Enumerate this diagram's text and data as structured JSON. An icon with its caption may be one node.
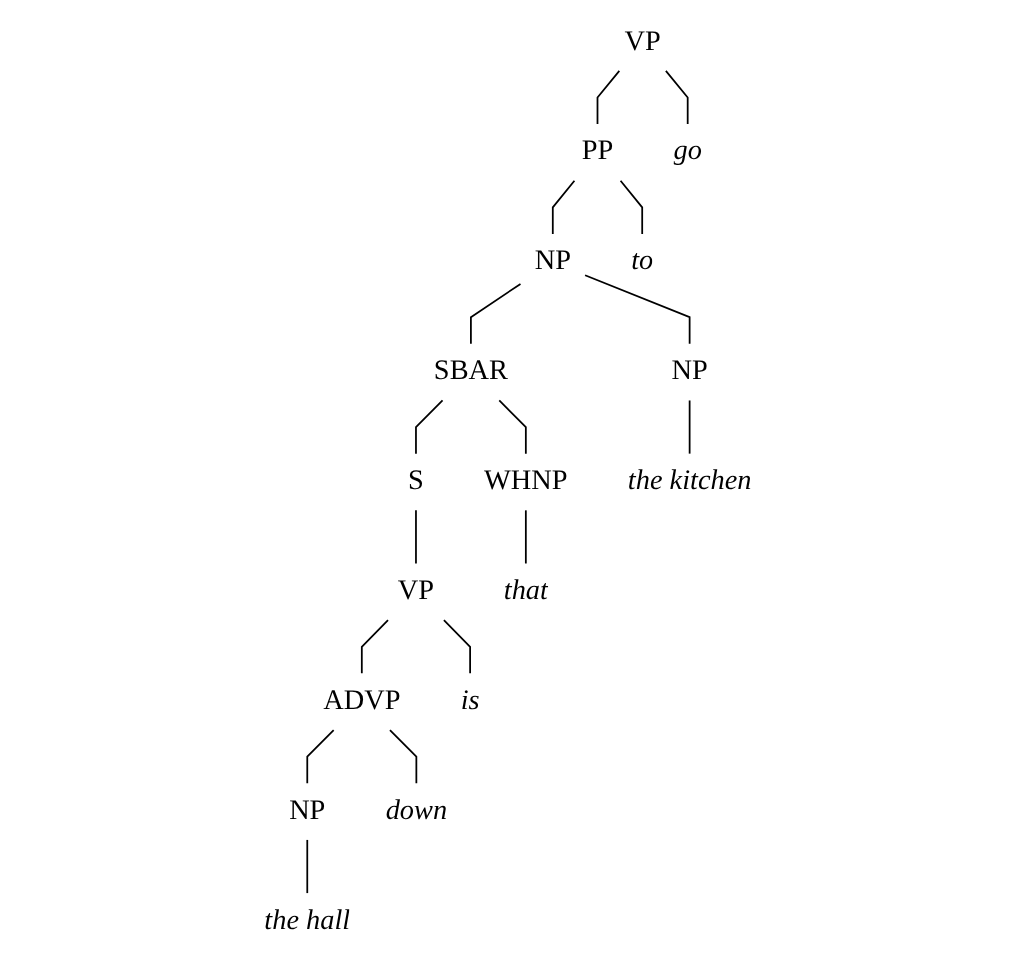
{
  "diagram": {
    "nodes": [
      {
        "text": [
          "VP"
        ]
      },
      {
        "text": [
          "PP"
        ]
      },
      {
        "text": [
          "NP"
        ]
      },
      {
        "text": [
          "SBAR"
        ]
      },
      {
        "text": [
          "S"
        ]
      },
      {
        "text": [
          "VP"
        ]
      },
      {
        "text": [
          "ADVP"
        ]
      },
      {
        "text": [
          "NP"
        ]
      },
      {
        "text": [
          "WHNP"
        ]
      },
      {
        "text": [
          "NP"
        ]
      },
      {
        "text": [
          "go"
        ]
      },
      {
        "text": [
          "to"
        ]
      },
      {
        "text": [
          "the kitchen"
        ]
      },
      {
        "text": [
          "that"
        ]
      },
      {
        "text": [
          "is"
        ]
      },
      {
        "text": [
          "down"
        ]
      },
      {
        "text": [
          "the hall"
        ]
      }
    ],
    "edges": [
      {
        "from": 0,
        "to": 10,
        "arrow": "none"
      },
      {
        "from": 0,
        "to": 1,
        "arrow": "none"
      },
      {
        "from": 1,
        "to": 11,
        "arrow": "none"
      },
      {
        "from": 1,
        "to": 2,
        "arrow": "none"
      },
      {
        "from": 2,
        "to": 7,
        "arrow": "none"
      },
      {
        "from": 2,
        "to": 3,
        "arrow": "none"
      },
      {
        "from": 3,
        "to": 8,
        "arrow": "none"
      },
      {
        "from": 3,
        "to": 4,
        "arrow": "none"
      },
      {
        "from": 4,
        "to": 5,
        "arrow": "none"
      },
      {
        "from": 5,
        "to": 14,
        "arrow": "none"
      },
      {
        "from": 5,
        "to": 6,
        "arrow": "none"
      },
      {
        "from": 6,
        "to": 15,
        "arrow": "none"
      },
      {
        "from": 6,
        "to": 9,
        "arrow": "none"
      },
      {
        "from": 7,
        "to": 12,
        "arrow": "none"
      },
      {
        "from": 8,
        "to": 13,
        "arrow": "none"
      },
      {
        "from": 9,
        "to": 16,
        "arrow": "none"
      }
    ]
  }
}
